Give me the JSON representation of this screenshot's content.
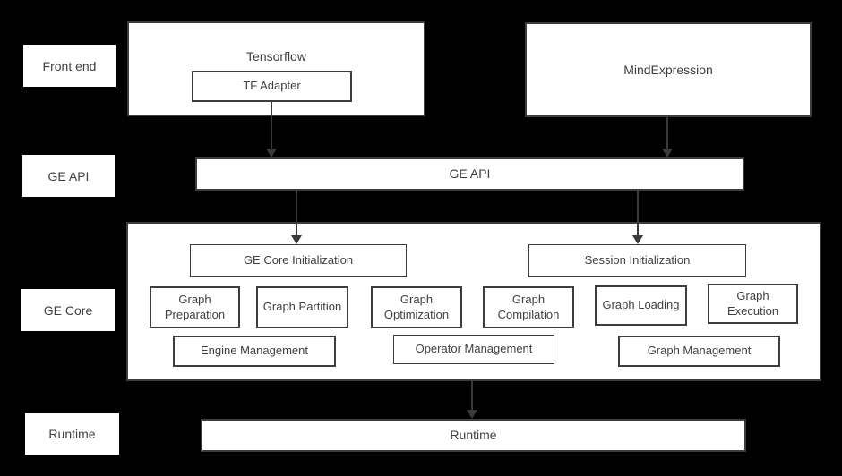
{
  "row_labels": {
    "front_end": "Front end",
    "ge_api": "GE API",
    "ge_core": "GE Core",
    "runtime": "Runtime"
  },
  "nodes": {
    "tensorflow": "Tensorflow",
    "tf_adapter": "TF Adapter",
    "mindexpression": "MindExpression",
    "ge_api": "GE API",
    "ge_core_initialization": "GE Core Initialization",
    "session_initialization": "Session Initialization",
    "graph_preparation": "Graph Preparation",
    "graph_partition": "Graph Partition",
    "graph_optimization": "Graph Optimization",
    "graph_compilation": "Graph Compilation",
    "graph_loading": "Graph Loading",
    "graph_execution": "Graph Execution",
    "engine_management": "Engine Management",
    "operator_management": "Operator Management",
    "graph_management": "Graph Management",
    "runtime": "Runtime"
  },
  "connections": [
    {
      "from": "tf_adapter",
      "to": "ge_api"
    },
    {
      "from": "mindexpression",
      "to": "ge_api"
    },
    {
      "from": "ge_api",
      "to": "ge_core_initialization"
    },
    {
      "from": "ge_api",
      "to": "session_initialization"
    },
    {
      "from": "ge_core",
      "to": "runtime"
    }
  ],
  "colors": {
    "background": "#000000",
    "box_fill": "#ffffff",
    "border": "#3d3d3d",
    "text": "#3f3f3f",
    "arrow": "#3a3a3a"
  }
}
